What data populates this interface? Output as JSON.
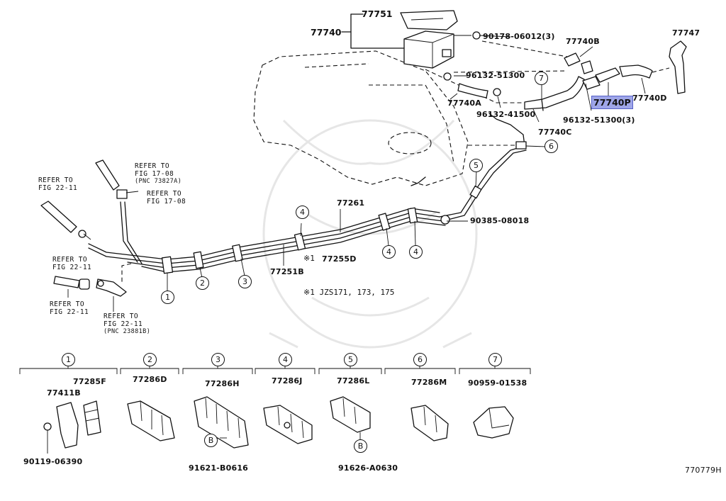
{
  "parts": {
    "p77751": "77751",
    "p77740": "77740",
    "p90178": "90178-06012(3)",
    "p77740B": "77740B",
    "p77747": "77747",
    "p96132_51300_top": "96132-51300",
    "p77740A": "77740A",
    "p96132_41500": "96132-41500",
    "p77740P": "77740P",
    "p77740D": "77740D",
    "p96132_51300_3": "96132-51300(3)",
    "p77740C": "77740C",
    "p77261": "77261",
    "p77255D": "77255D",
    "p77251B": "77251B",
    "p90385": "90385-08018"
  },
  "refs": {
    "r1_line1": "REFER TO",
    "r1_line2": "FIG 22-11",
    "r2_line1": "REFER TO",
    "r2_line2": "FIG 17-08",
    "r2_line3": "(PNC 73827A)",
    "r3_line1": "REFER TO",
    "r3_line2": "FIG 17-08",
    "r4_line1": "REFER TO",
    "r4_line2": "FIG 22-11",
    "r5_line1": "REFER TO",
    "r5_line2": "FIG 22-11",
    "r6_line1": "REFER TO",
    "r6_line2": "FIG 22-11",
    "r6_line3": "(PNC 23881B)"
  },
  "notes": {
    "mark": "※1",
    "note1": "※1 JZS171, 173, 175"
  },
  "callouts": [
    "1",
    "2",
    "3",
    "4",
    "4",
    "4",
    "5",
    "6",
    "7"
  ],
  "legend": {
    "numbers": [
      "1",
      "2",
      "3",
      "4",
      "5",
      "6",
      "7"
    ],
    "g1_a": "77285F",
    "g1_b": "77411B",
    "g1_c": "90119-06390",
    "g2": "77286D",
    "g3": "77286H",
    "g3_b": "91621-B0616",
    "g4": "77286J",
    "g5": "77286L",
    "g5_b": "91626-A0630",
    "g6": "77286M",
    "g7": "90959-01538",
    "b_marker": "B"
  },
  "figure_id": "770779H"
}
